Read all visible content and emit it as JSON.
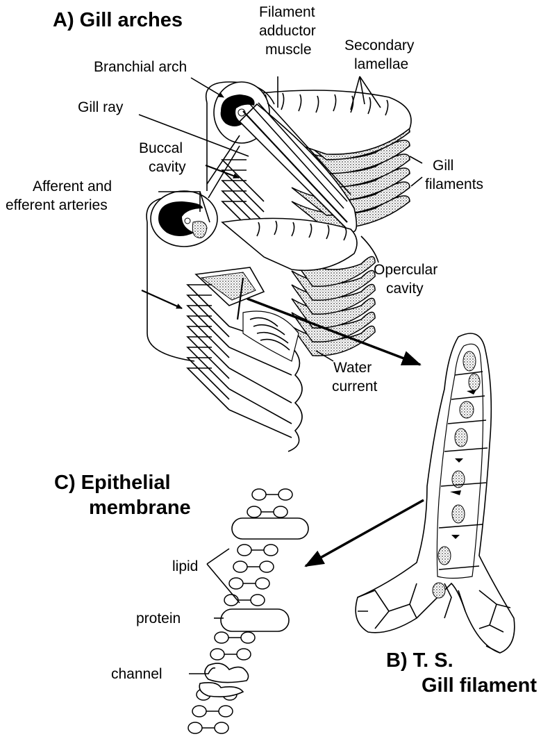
{
  "sections": {
    "gill_arches": {
      "title": "A)  Gill arches"
    },
    "gill_filament": {
      "title_line1": "B)  T. S.",
      "title_line2": "Gill filament"
    },
    "epithelial": {
      "title_line1": "C)  Epithelial",
      "title_line2": "membrane"
    }
  },
  "labels": {
    "filament_adductor_1": "Filament",
    "filament_adductor_2": "adductor",
    "filament_adductor_3": "muscle",
    "secondary_lamellae_1": "Secondary",
    "secondary_lamellae_2": "lamellae",
    "branchial_arch": "Branchial arch",
    "gill_ray": "Gill ray",
    "buccal_cavity_1": "Buccal",
    "buccal_cavity_2": "cavity",
    "gill_filaments_1": "Gill",
    "gill_filaments_2": "filaments",
    "afferent_efferent_1": "Afferent and",
    "afferent_efferent_2": "efferent arteries",
    "opercular_cavity_1": "Opercular",
    "opercular_cavity_2": "cavity",
    "water_current_1": "Water",
    "water_current_2": "current",
    "lipid": "lipid",
    "protein": "protein",
    "channel": "channel"
  },
  "colors": {
    "ink": "#000000",
    "paper": "#ffffff",
    "stipple": "#555555"
  }
}
